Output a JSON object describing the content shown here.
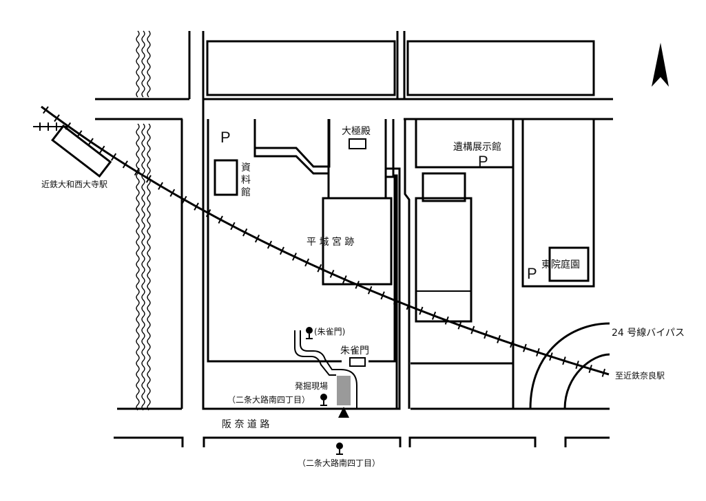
{
  "labels": {
    "daigokuden": "大極殿",
    "iko_tenjikan": "遺構展示館",
    "shiryo_1": "資",
    "shiryo_2": "料",
    "shiryo_3": "館",
    "heijo_kyuseki": "平 城 宮 跡",
    "toin_teien": "東院庭園",
    "kintetsu_yamato_saidaiji": "近鉄大和西大寺駅",
    "suzakumon": "朱雀門",
    "suzakumon_stop": "(朱雀門)",
    "hakkutsu_genba": "発掘現場",
    "nijo_stop_1": "（二条大路南四丁目）",
    "nijo_stop_2": "（二条大路南四丁目）",
    "hanna_doro": "阪 奈 道 路",
    "bypass_24": "24 号線バイパス",
    "to_kintetsu_nara": "至近鉄奈良駅"
  },
  "parking": {
    "p1": "P",
    "p2": "P",
    "p3": "P"
  },
  "icons": {
    "north_arrow": "north-arrow-icon",
    "bus_stop": "bus-stop-icon",
    "current_location": "you-are-here-icon"
  },
  "colors": {
    "ink": "#000000",
    "excavation_fill": "#9a9a9a",
    "background": "#ffffff"
  }
}
